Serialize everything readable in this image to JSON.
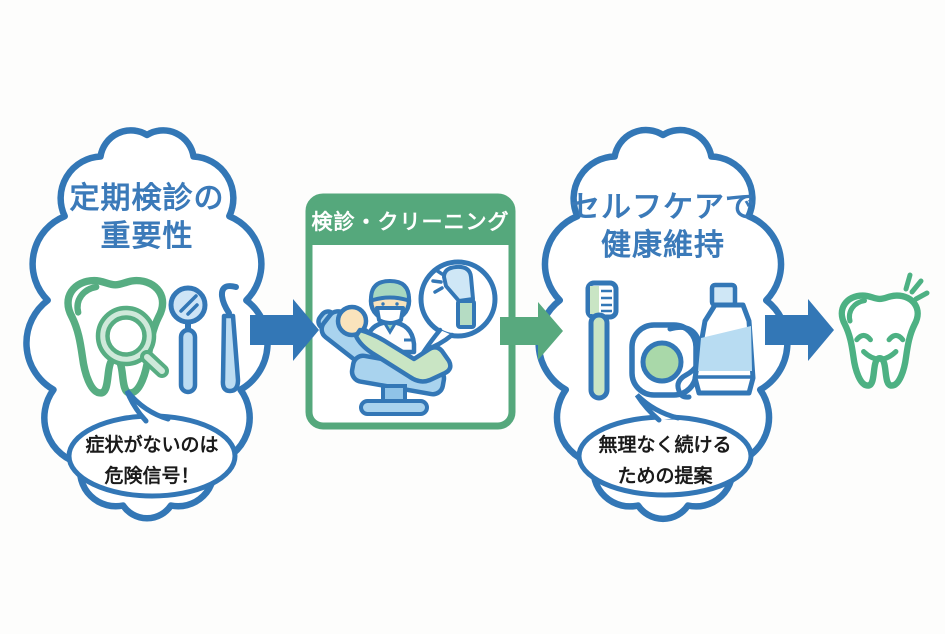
{
  "diagram": {
    "step1": {
      "title": "定期検診の\n重要性",
      "bubble_text": "症状がないのは\n危険信号！",
      "icons": [
        "tooth-with-magnifier-icon",
        "dental-mirror-icon",
        "dental-probe-icon"
      ]
    },
    "step2": {
      "title": "検診・クリーニング",
      "icons": [
        "dental-chair-scene",
        "dentist-figure",
        "patient-figure",
        "dental-handpiece-icon"
      ]
    },
    "step3": {
      "title": "セルフケアで\n健康維持",
      "bubble_text": "無理なく続ける\nための提案",
      "icons": [
        "toothbrush-icon",
        "dental-floss-icon",
        "toothpaste-icon"
      ]
    },
    "result": {
      "icon": "happy-tooth-icon"
    },
    "colors": {
      "blue": "#3377b6",
      "title_blue": "#3b7ab9",
      "green": "#55a87c",
      "arrow_green": "#58a97e",
      "icon_green": "#57ad82",
      "light_blue": "#bcdcf2",
      "light_green": "#c9e5c4",
      "skin": "#f9e3bc",
      "text_dark": "#1b1b1b",
      "background": "#fdfdfc"
    }
  }
}
